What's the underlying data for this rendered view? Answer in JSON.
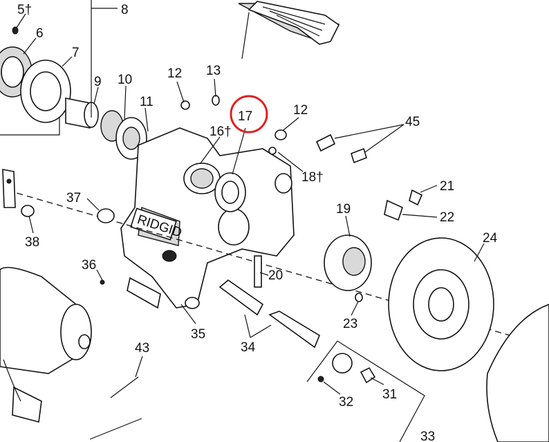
{
  "labels": {
    "p5": "5†",
    "p6": "6",
    "p7": "7",
    "p8": "8",
    "p9": "9",
    "p10": "10",
    "p11": "11",
    "p12a": "12",
    "p12b": "12",
    "p13": "13",
    "p16": "16†",
    "p17": "17",
    "p18": "18†",
    "p19": "19",
    "p20": "20",
    "p21": "21",
    "p22": "22",
    "p23": "23",
    "p24": "24",
    "p31": "31",
    "p32": "32",
    "p33": "33",
    "p34": "34",
    "p35": "35",
    "p36": "36",
    "p37": "37",
    "p38": "38",
    "p43": "43",
    "p45": "45"
  },
  "housing_plate_text": "RIDGID",
  "highlight": {
    "part": "17",
    "color": "#e02020"
  }
}
